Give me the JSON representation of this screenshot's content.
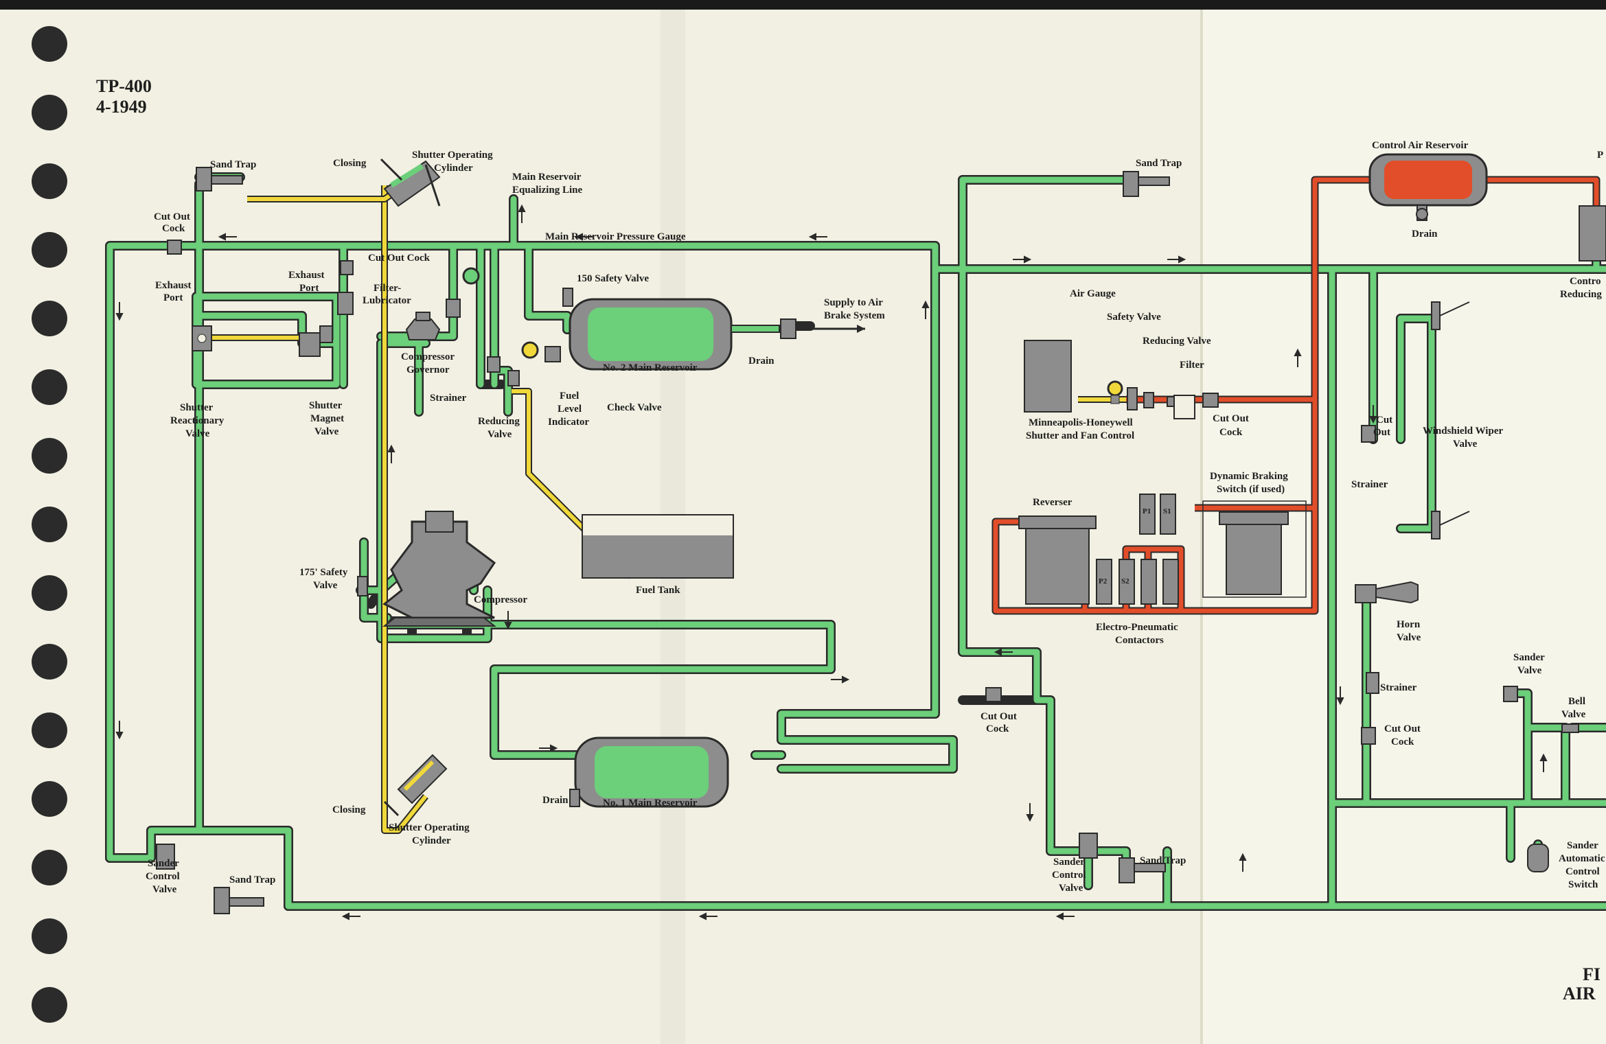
{
  "header": {
    "doc_number": "TP-400",
    "date": "4-1949"
  },
  "corner": {
    "line1": "FI",
    "line2": "AIR"
  },
  "colors": {
    "paper": "#f1f0e2",
    "pipe_green": "#6ccf7a",
    "pipe_yellow": "#f0d83a",
    "pipe_red": "#e24e2a",
    "tank_gray": "#8d8d8d",
    "outline": "#2a2a2a"
  },
  "labels": {
    "sand_trap_tl": "Sand Trap",
    "closing_top": "Closing",
    "shutter_cyl_top_1": "Shutter Operating",
    "shutter_cyl_top_2": "Cylinder",
    "main_res_eq_1": "Main Reservoir",
    "main_res_eq_2": "Equalizing Line",
    "cut_out_cock_tl_1": "Cut Out",
    "cut_out_cock_tl_2": "Cock",
    "main_res_gauge": "Main Reservoir Pressure Gauge",
    "cut_out_cock_mid": "Cut Out Cock",
    "exhaust_port_l_1": "Exhaust",
    "exhaust_port_l_2": "Port",
    "exhaust_port_r_1": "Exhaust",
    "exhaust_port_r_2": "Port",
    "filter_lub_1": "Filter-",
    "filter_lub_2": "Lubricator",
    "safety_150": "150  Safety Valve",
    "supply_1": "Supply to Air",
    "supply_2": "Brake System",
    "drain_no2": "Drain",
    "comp_gov_1": "Compressor",
    "comp_gov_2": "Governor",
    "no2_res": "No. 2 Main Reservoir",
    "strainer_l": "Strainer",
    "fuel_lvl_1": "Fuel",
    "fuel_lvl_2": "Level",
    "fuel_lvl_3": "Indicator",
    "check_valve": "Check Valve",
    "reducing_l_1": "Reducing",
    "reducing_l_2": "Valve",
    "shutter_react_1": "Shutter",
    "shutter_react_2": "Reactionary",
    "shutter_react_3": "Valve",
    "shutter_mag_1": "Shutter",
    "shutter_mag_2": "Magnet",
    "shutter_mag_3": "Valve",
    "fuel_tank": "Fuel Tank",
    "safety_175_1": "175' Safety",
    "safety_175_2": "Valve",
    "compressor": "Compressor",
    "cut_out_cock_bm_1": "Cut Out",
    "cut_out_cock_bm_2": "Cock",
    "drain_no1": "Drain",
    "no1_res": "No. 1 Main Reservoir",
    "closing_bottom": "Closing",
    "shutter_cyl_bot_1": "Shutter Operating",
    "shutter_cyl_bot_2": "Cylinder",
    "sander_ctrl_l_1": "Sander",
    "sander_ctrl_l_2": "Control",
    "sander_ctrl_l_3": "Valve",
    "sand_trap_bl": "Sand Trap",
    "sand_trap_tr": "Sand Trap",
    "control_air_res": "Control Air Reservoir",
    "drain_ctrl": "Drain",
    "control_reducing_1": "Contro",
    "control_reducing_2": "Reducing",
    "p_edge": "P",
    "air_gauge": "Air Gauge",
    "safety_valve_r": "Safety Valve",
    "reducing_valve_r": "Reducing Valve",
    "filter_r": "Filter",
    "mh_1": "Minneapolis-Honeywell",
    "mh_2": "Shutter and Fan Control",
    "cut_out_cock_r_1": "Cut Out",
    "cut_out_cock_r_2": "Cock",
    "cut_out_ws_1": "Cut",
    "cut_out_ws_2": "Out",
    "windshield_1": "Windshield Wiper",
    "windshield_2": "Valve",
    "strainer_r": "Strainer",
    "dyn_brake_1": "Dynamic Braking",
    "dyn_brake_2": "Switch (if used)",
    "reverser": "Reverser",
    "ep_1": "Electro-Pneumatic",
    "ep_2": "Contactors",
    "horn_1": "Horn",
    "horn_2": "Valve",
    "strainer_horn": "Strainer",
    "cut_out_horn_1": "Cut Out",
    "cut_out_horn_2": "Cock",
    "sander_valve_1": "Sander",
    "sander_valve_2": "Valve",
    "bell_1": "Bell",
    "bell_2": "Valve",
    "sander_ctrl_r_1": "Sander",
    "sander_ctrl_r_2": "Control",
    "sander_ctrl_r_3": "Valve",
    "sand_trap_br": "Sand Trap",
    "sander_auto_1": "Sander",
    "sander_auto_2": "Automatic",
    "sander_auto_3": "Control",
    "sander_auto_4": "Switch",
    "contactor_p1": "P1",
    "contactor_s1": "S1",
    "contactor_p2": "P2",
    "contactor_s2": "S2"
  }
}
